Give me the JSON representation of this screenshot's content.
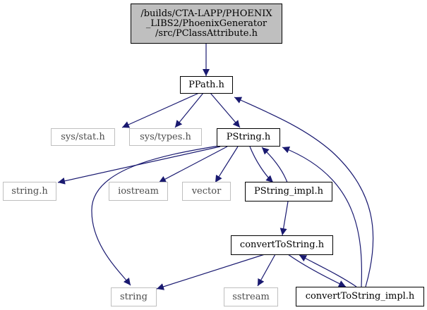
{
  "graph": {
    "root": {
      "lines": [
        "/builds/CTA-LAPP/PHOENIX",
        "_LIBS2/PhoenixGenerator",
        "/src/PClassAttribute.h"
      ]
    },
    "nodes": {
      "ppath": "PPath.h",
      "sys_stat": "sys/stat.h",
      "sys_types": "sys/types.h",
      "pstring": "PString.h",
      "string_h": "string.h",
      "iostream": "iostream",
      "vector": "vector",
      "pstring_impl": "PString_impl.h",
      "converttostring": "convertToString.h",
      "string": "string",
      "sstream": "sstream",
      "converttostring_impl": "convertToString_impl.h"
    },
    "colors": {
      "edge": "#191970",
      "node_border": "#000000",
      "external_border": "#bfbfbf",
      "root_fill": "#bfbfbf"
    }
  }
}
